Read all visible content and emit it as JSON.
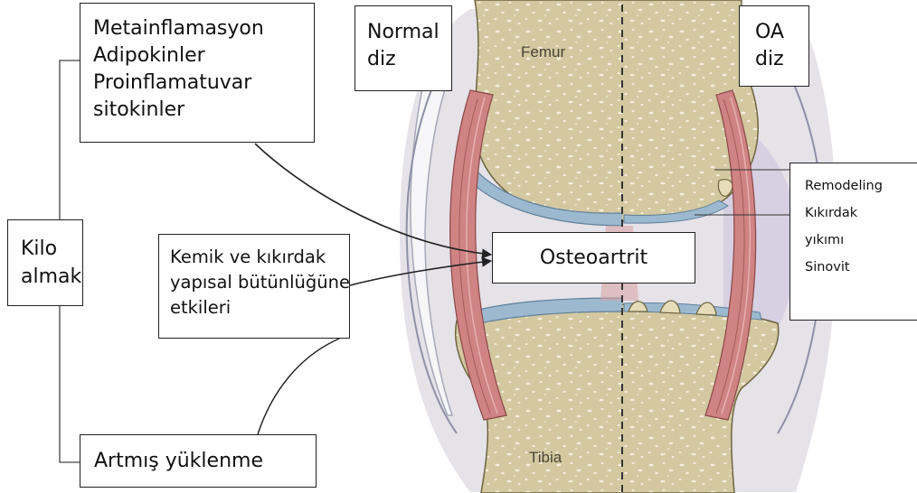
{
  "boxes": {
    "metainflamasyon": [
      "Metainflamasyon",
      "Adipokinler",
      "Proinflamatuvar",
      "sitokinler"
    ],
    "kilo": [
      "Kilo",
      "almak"
    ],
    "kemik": [
      "Kemik ve kıkırdak",
      "yapısal  bütünlüğüne",
      "etkileri"
    ],
    "artmis": "Artmış yüklenme",
    "normal": [
      "Normal",
      "diz"
    ],
    "oa": [
      "OA",
      "diz"
    ],
    "osteoartrit": "Osteoartrit",
    "right": [
      "Remodeling",
      "Kıkırdak",
      "yıkımı",
      "Sinovit"
    ]
  },
  "anatomy": {
    "femur": "Femur",
    "tibia": "Tibia"
  },
  "colors": {
    "bone": "#d3c8a0",
    "bone_dot": "#f4eedb",
    "cartilage": "#9bb8cf",
    "ligament": "#cf8080",
    "capsule": "#dde1ea",
    "synovium_oa": "#d7d0e3",
    "line": "#222222"
  }
}
